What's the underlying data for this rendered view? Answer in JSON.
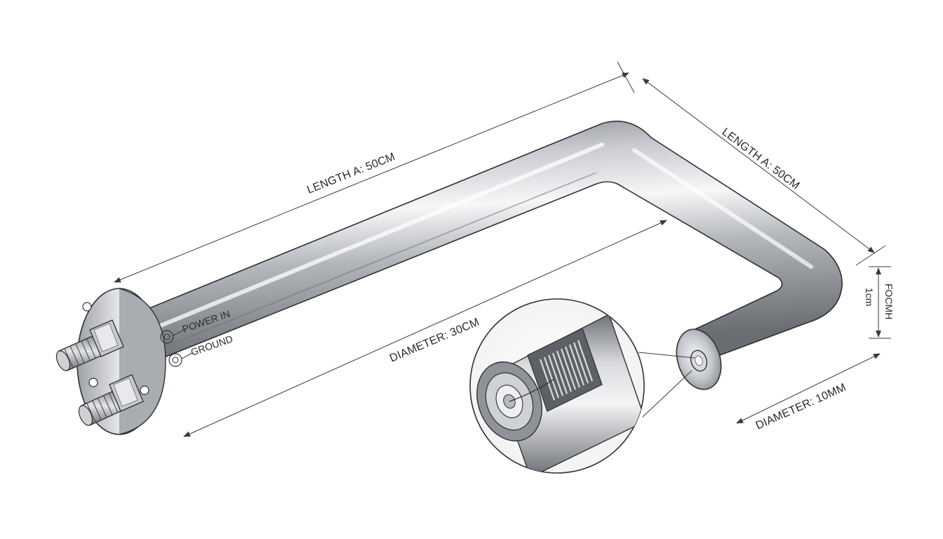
{
  "labels": {
    "length_left": "LENGTH A: 50CM",
    "length_right": "LENGTH A: 50CM",
    "diameter_main": "DIAMETER: 30CM",
    "diameter_tube": "DIAMETER: 10MM",
    "power_in": "POWER IN",
    "ground": "GROUND",
    "focm": "FOCMH",
    "one_cm": "1cm"
  },
  "colors": {
    "steel_dark": "#6f7277",
    "steel_mid": "#b9bcc1",
    "steel_light": "#f4f5f7",
    "line": "#3a3a3a"
  }
}
